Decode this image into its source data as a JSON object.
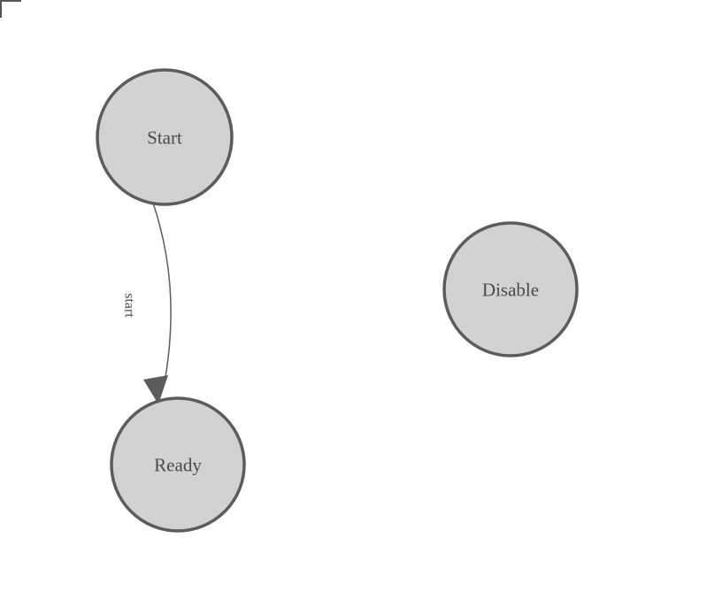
{
  "diagram": {
    "nodes": [
      {
        "id": "start",
        "label": "Start"
      },
      {
        "id": "ready",
        "label": "Ready"
      },
      {
        "id": "disable",
        "label": "Disable"
      }
    ],
    "edges": [
      {
        "from": "start",
        "to": "ready",
        "label": "start"
      }
    ],
    "colors": {
      "background": "#ffffff",
      "node_fill": "#d2d2d2",
      "node_stroke": "#5c5c5c",
      "node_label": "#4a4a4a",
      "edge_stroke": "#5c5c5c",
      "arrowhead_fill": "#5c5c5c",
      "edge_label": "#4a4a4a",
      "corner_mark": "#555555"
    },
    "icons": {
      "arrowhead": "arrowhead-icon",
      "corner_mark": "canvas-corner-mark-icon"
    }
  }
}
